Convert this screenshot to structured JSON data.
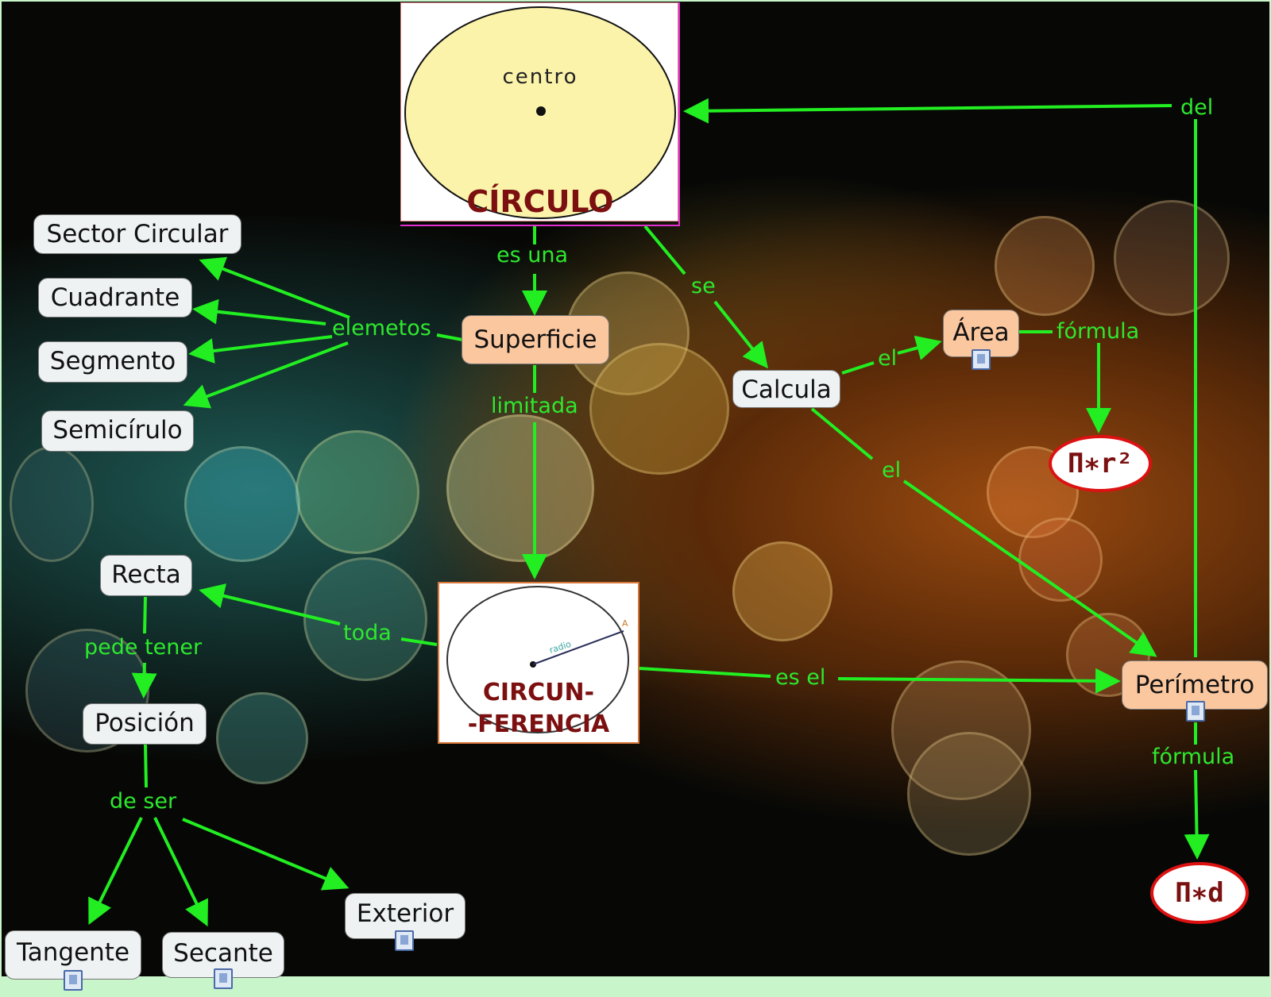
{
  "nodes": {
    "circulo": {
      "title": "CÍRCULO",
      "centro": "centro"
    },
    "circunferencia": {
      "line1": "CIRCUN-",
      "line2": "-FERENCIA",
      "radio": "radio",
      "a": "A"
    },
    "superficie": "Superficie",
    "calcula": "Calcula",
    "area": "Área",
    "perimetro": "Perímetro",
    "area_formula": "Π∗r²",
    "perimetro_formula": "Π∗d",
    "sector_circular": "Sector Circular",
    "cuadrante": "Cuadrante",
    "segmento": "Segmento",
    "semicirulo": "Semicírulo",
    "recta": "Recta",
    "posicion": "Posición",
    "tangente": "Tangente",
    "secante": "Secante",
    "exterior": "Exterior"
  },
  "links": {
    "es_una": "es una",
    "se": "se",
    "elemetos": "elemetos",
    "limitada": "limitada",
    "el_area": "el",
    "el_perimetro": "el",
    "formula_area": "fórmula",
    "formula_perimetro": "fórmula",
    "del": "del",
    "toda": "toda",
    "es_el": "es el",
    "pede_tener": "pede tener",
    "de_ser": "de ser"
  },
  "colors": {
    "link": "#22ee22",
    "peach": "#fbc79f",
    "formula_border": "#dd1111",
    "title_red": "#7c0f0f"
  }
}
